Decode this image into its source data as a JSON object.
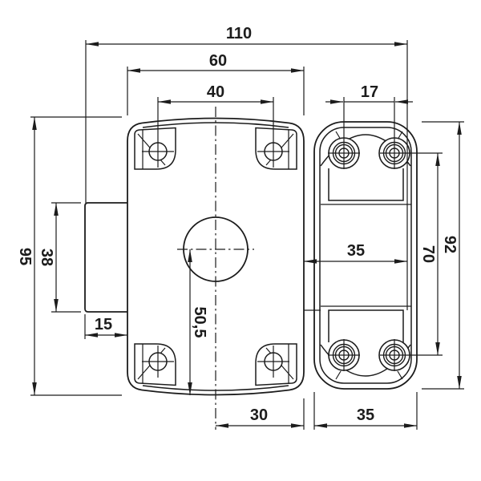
{
  "drawing": {
    "type": "technical-dimension-drawing",
    "subject": "rim-lock-case-and-keeper",
    "units": "mm",
    "line_color": "#1c1c1c",
    "background_color": "#ffffff",
    "dimensions": {
      "overall_width": "110",
      "case_width": "60",
      "case_hole_spacing": "40",
      "keeper_hole_spacing_h": "17",
      "case_height": "95",
      "cylinder_housing_height": "38",
      "cylinder_housing_depth": "15",
      "axis_to_case_bottom": "50,5",
      "case_edge_to_keeper_edge": "35",
      "keeper_hole_spacing_v": "70",
      "keeper_height": "92",
      "axis_to_case_edge": "30",
      "keeper_width": "35"
    }
  }
}
